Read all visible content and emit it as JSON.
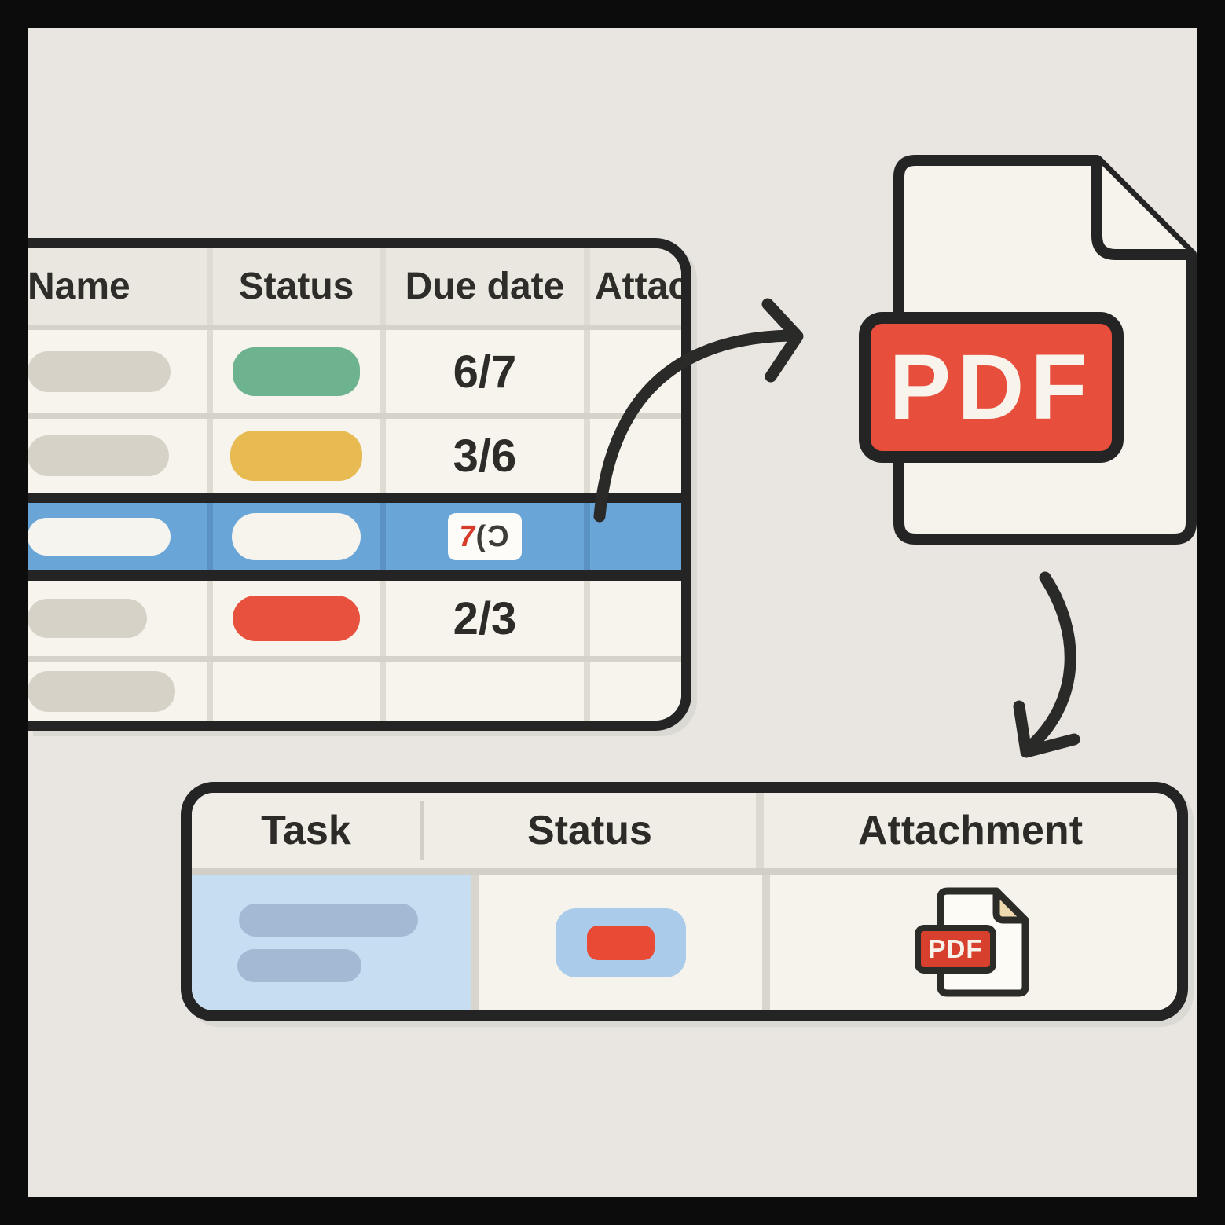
{
  "top_table": {
    "headers": {
      "name": "Name",
      "status": "Status",
      "due_date": "Due date",
      "attachment": "Attac"
    },
    "rows": [
      {
        "status_color": "#6db390",
        "due": "6/7",
        "highlighted": false
      },
      {
        "status_color": "#e7ba52",
        "due": "3/6",
        "highlighted": false
      },
      {
        "status_color": "#f7f4ee",
        "due_icon": {
          "red": "7",
          "dark": "(Ɔ"
        },
        "highlighted": true
      },
      {
        "status_color": "#e8513e",
        "due": "2/3",
        "highlighted": false
      },
      {
        "status_color": null,
        "due": "",
        "highlighted": false
      }
    ]
  },
  "pdf_file": {
    "label": "PDF",
    "badge_color": "#e84e3c"
  },
  "bottom_table": {
    "headers": {
      "task": "Task",
      "status": "Status",
      "attachment": "Attachment"
    },
    "row": {
      "highlight_color": "#c7def2",
      "status_chip_color": "#abcbea",
      "status_inner_color": "#e84a35",
      "attachment_label": "PDF"
    }
  },
  "colors": {
    "frame": "#0c0c0c",
    "background": "#e9e6e2",
    "outline": "#242424",
    "cell": "#f7f4ed",
    "header_cell": "#eae7e0",
    "grid": "#d5d2ca",
    "placeholder_pill": "#d6d2c8",
    "highlight_row": "#6aa5d8",
    "pdf_red": "#e84e3c",
    "task_pill_blue": "#a3bad4",
    "fold_tan": "#eed9ae"
  }
}
